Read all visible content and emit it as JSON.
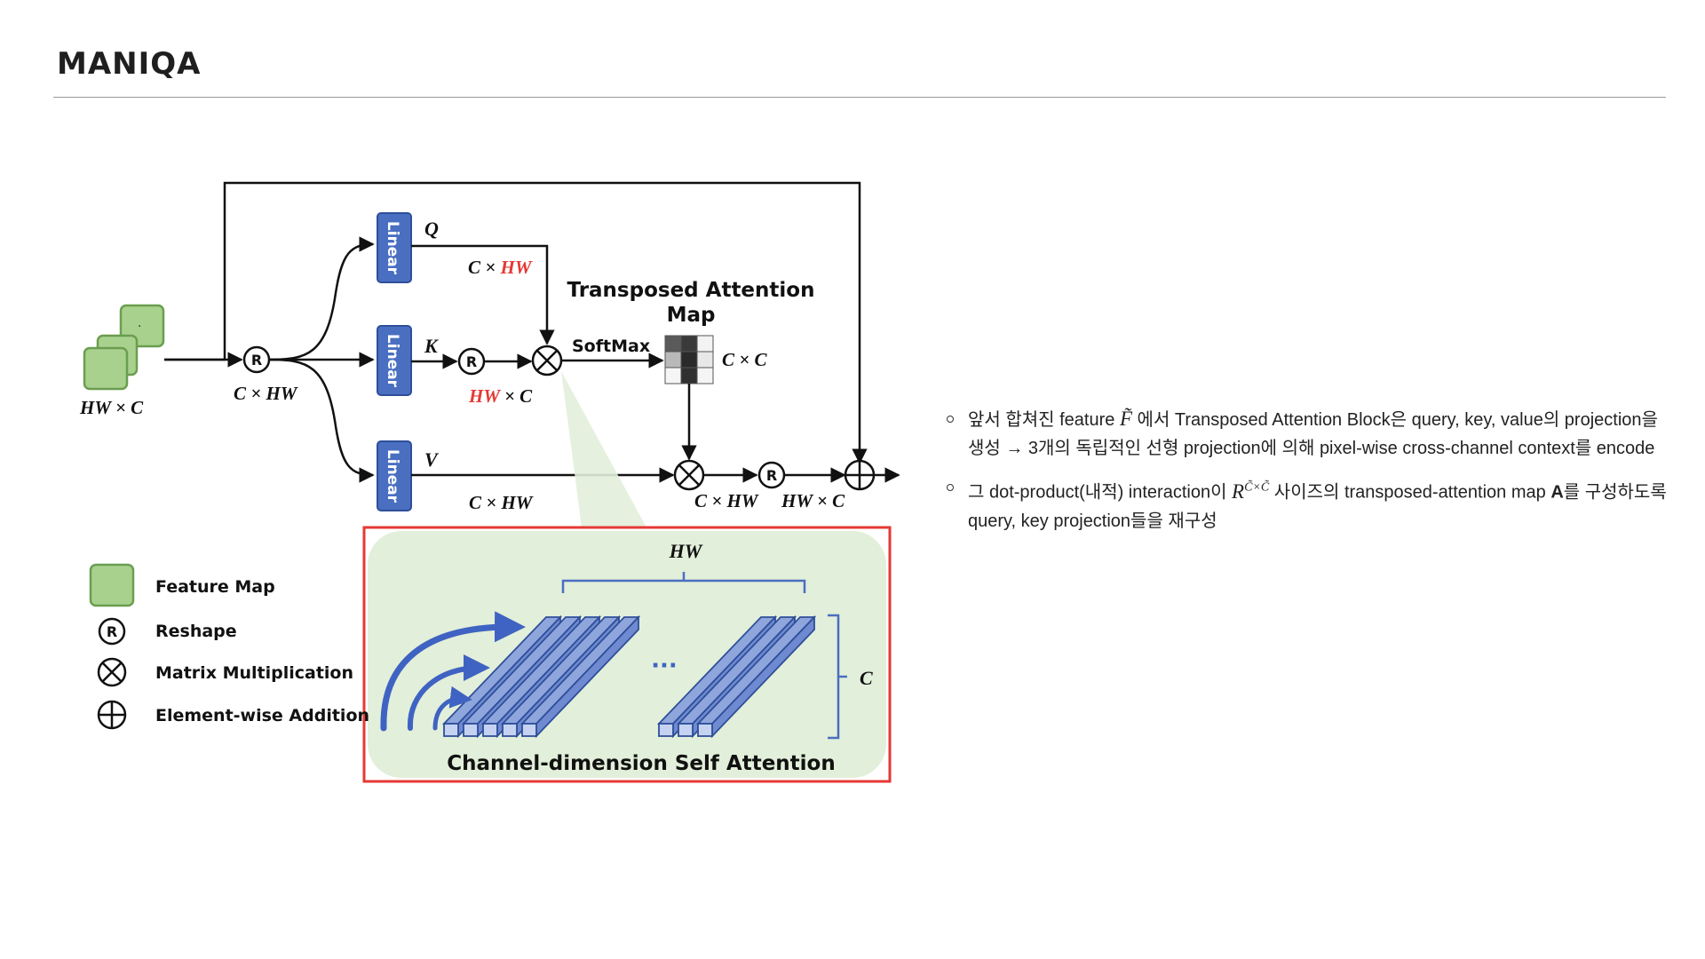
{
  "page": {
    "title": "MANIQA"
  },
  "diagram": {
    "linear_label": "Linear",
    "q": "Q",
    "k": "K",
    "v": "V",
    "input_dim": "HW × C",
    "reshape_dim": "C × HW",
    "q_dim_prefix": "C × ",
    "q_dim_hw": "HW",
    "k_dim_hw": "HW",
    "k_dim_suffix": " × C",
    "softmax": "SoftMax",
    "tam_title_1": "Transposed Attention",
    "tam_title_2": "Map",
    "cc_dim": "C × C",
    "v_dim": "C × HW",
    "out_dim_1": "C × HW",
    "out_dim_2": "HW × C",
    "reshape_symbol": "R",
    "hw_brace": "HW",
    "c_brace": "C",
    "ellipsis": "···",
    "sa_caption": "Channel-dimension Self Attention",
    "legend": {
      "feature_map": "Feature Map",
      "reshape": "Reshape",
      "matmul": "Matrix Multiplication",
      "add": "Element-wise Addition"
    },
    "colors": {
      "linear_box": "#4a6fc1",
      "feature_map": "#a9d18e",
      "highlight_red": "#e53935",
      "panel_green": "#e2efda",
      "bar_blue": "#8fa6dd"
    }
  },
  "notes": {
    "b1_pre": "앞서 합쳐진 feature ",
    "b1_math": "F̃",
    "b1_post": " 에서 Transposed Attention Block은 query, key, value의 projection을 생성 → 3개의 독립적인 선형 projection에 의해 pixel-wise cross-channel context를 encode",
    "b2_pre": "그 dot-product(내적) interaction이 ",
    "b2_math": "R",
    "b2_sup": "C̃×C̃",
    "b2_mid": " 사이즈의 transposed-attention map ",
    "b2_bold": "A",
    "b2_post": "를 구성하도록 query, key projection들을 재구성"
  }
}
